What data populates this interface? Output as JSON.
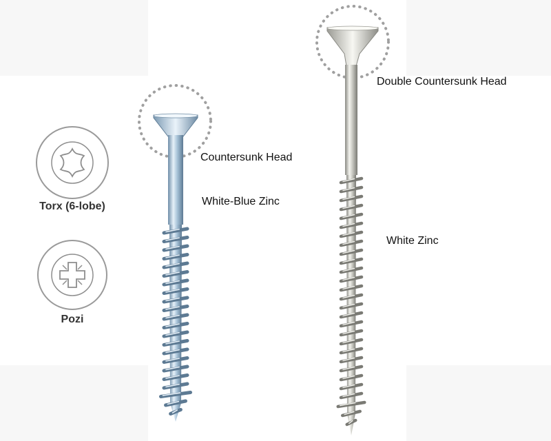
{
  "drive_types": [
    {
      "label": "Torx (6-lobe)",
      "icon": "torx-6-lobe-icon"
    },
    {
      "label": "Pozi",
      "icon": "pozi-icon"
    }
  ],
  "screws": [
    {
      "head_label": "Countersunk Head",
      "finish_label": "White-Blue Zinc",
      "finish_color": "#9fc0da"
    },
    {
      "head_label": "Double Countersunk Head",
      "finish_label": "White Zinc",
      "finish_color": "#c7c7c0"
    }
  ]
}
